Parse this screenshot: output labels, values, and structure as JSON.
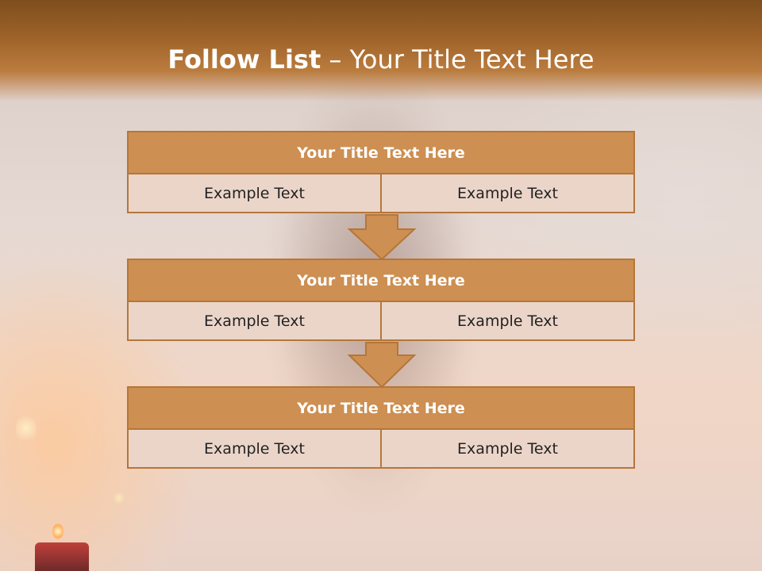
{
  "slide": {
    "title_bold": "Follow List",
    "title_rest": " – Your Title Text Here"
  },
  "blocks": [
    {
      "title": "Your Title Text Here",
      "left": "Example Text",
      "right": "Example Text"
    },
    {
      "title": "Your Title Text Here",
      "left": "Example Text",
      "right": "Example Text"
    },
    {
      "title": "Your Title Text Here",
      "left": "Example Text",
      "right": "Example Text"
    }
  ],
  "colors": {
    "header": "#9c6128",
    "block_head": "#cd8f52",
    "block_cell": "#ebd5c9",
    "border": "#b5763a",
    "arrow": "#cd8f52"
  }
}
